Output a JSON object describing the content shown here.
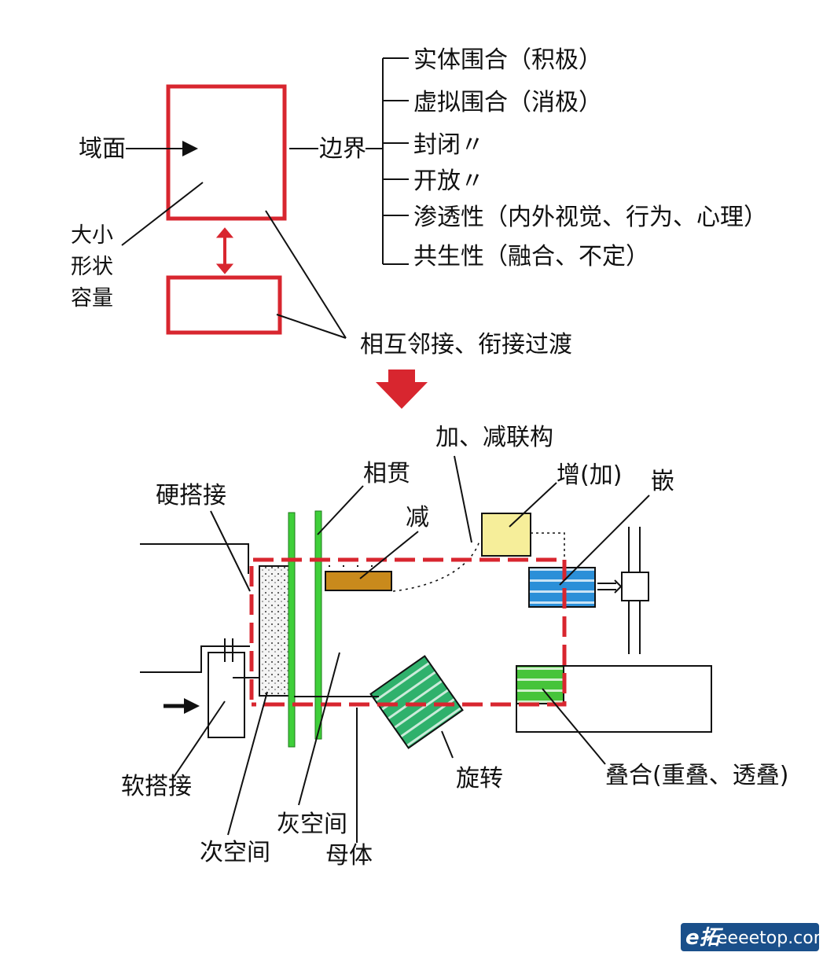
{
  "colors": {
    "boundary_red": "#d8262f",
    "ink": "#111111",
    "green_band": "#3fcf3a",
    "brown_block": "#c98a1c",
    "yellow_block": "#f6ee9a",
    "blue_block": "#2b8fd8",
    "green_block": "#46c43a",
    "teal_block": "#2fb16c",
    "watermark_bg": "#1a4f8a"
  },
  "top": {
    "domain_label": "域面",
    "size_label_line1": "大小",
    "size_label_line2": "形状",
    "size_label_line3": "容量",
    "boundary_label": "边界",
    "boundary_items": [
      "实体围合（积极）",
      "虚拟围合（消极）",
      "封闭〃",
      "开放〃",
      "渗透性（内外视觉、行为、心理）",
      "共生性（融合、不定）"
    ],
    "adjacency_label": "相互邻接、衔接过渡"
  },
  "bottom": {
    "add_subtract": "加、减联构",
    "intersect": "相贯",
    "hard_joint": "硬搭接",
    "subtract": "减",
    "add": "增(加)",
    "embed": "嵌",
    "rotate": "旋转",
    "overlap": "叠合(重叠、透叠)",
    "soft_joint": "软搭接",
    "sub_space": "次空间",
    "grey_space": "灰空间",
    "mother": "母体"
  },
  "watermark": {
    "logo": "e拓",
    "site": "eeeetop.com"
  }
}
